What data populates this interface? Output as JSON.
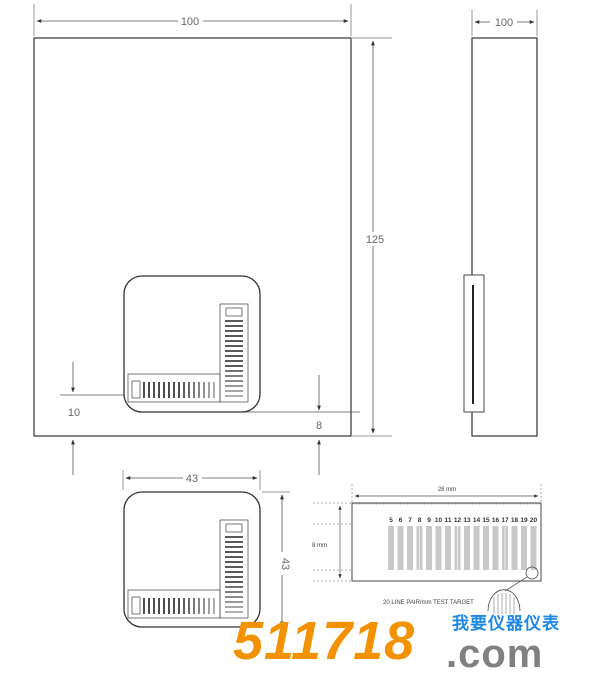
{
  "front_view": {
    "width_label": "100",
    "height_label": "125",
    "left_offset_label": "10",
    "bottom_offset_label": "8"
  },
  "side_view": {
    "depth_label": "100"
  },
  "target_card": {
    "width_label": "43",
    "height_label": "43"
  },
  "test_target_detail": {
    "width_label": "28 mm",
    "height_label": "8 mm",
    "line_numbers": [
      "5",
      "6",
      "7",
      "8",
      "9",
      "10",
      "11",
      "12",
      "13",
      "14",
      "15",
      "16",
      "17",
      "18",
      "19",
      "20"
    ],
    "caption": "20 LINE PAIR/mm TEST TARGET"
  },
  "watermark": {
    "digits": "511718",
    "domain": ".com",
    "chinese": "我要仪器仪表",
    "colors": {
      "digits": "#f39200",
      "domain": "#808080",
      "chinese": "#1e88e5"
    }
  }
}
